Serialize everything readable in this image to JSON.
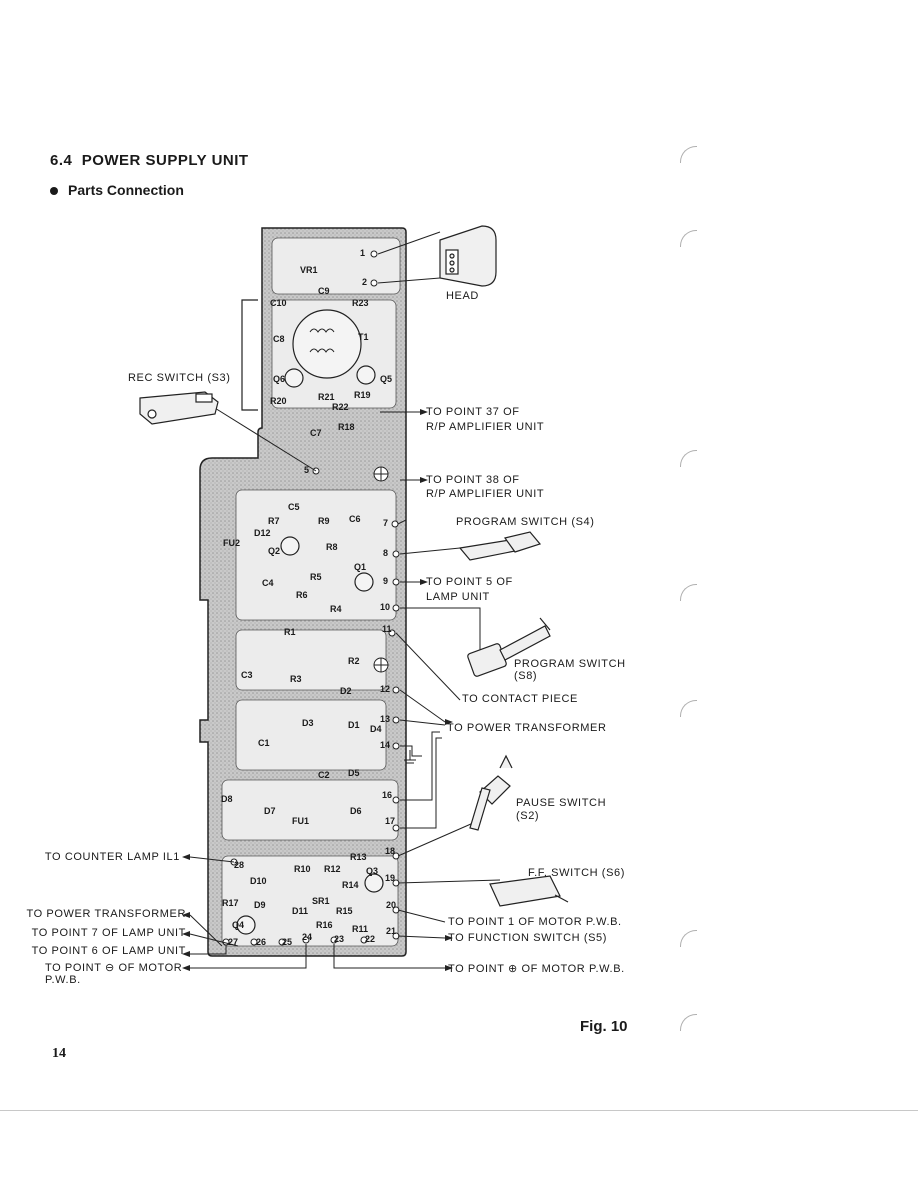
{
  "section": {
    "number": "6.4",
    "title": "POWER SUPPLY UNIT"
  },
  "subsection": {
    "title": "Parts Connection"
  },
  "labels": {
    "head": "HEAD",
    "rec_switch": "REC SWITCH (S3)",
    "point37_a": "TO POINT 37 OF",
    "point37_b": "R/P AMPLIFIER UNIT",
    "point38_a": "TO POINT 38 OF",
    "point38_b": "R/P AMPLIFIER UNIT",
    "program_s4": "PROGRAM SWITCH (S4)",
    "point5_a": "TO POINT 5 OF",
    "point5_b": "LAMP UNIT",
    "program_s8_a": "PROGRAM SWITCH",
    "program_s8_b": "(S8)",
    "contact_piece": "TO CONTACT PIECE",
    "power_transformer_right": "TO POWER TRANSFORMER",
    "pause_a": "PAUSE SWITCH",
    "pause_b": "(S2)",
    "ff_switch": "F.F. SWITCH (S6)",
    "counter_lamp": "TO COUNTER LAMP IL1",
    "power_transformer_left": "TO POWER TRANSFORMER",
    "point7_lamp": "TO POINT 7 OF LAMP UNIT",
    "point6_lamp": "TO POINT 6 OF LAMP UNIT",
    "point_minus_motor_a": "TO POINT ⊖ OF MOTOR",
    "point_minus_motor_b": "P.W.B.",
    "point1_motor": "TO POINT 1 OF MOTOR P.W.B.",
    "function_switch": "TO FUNCTION SWITCH (S5)",
    "point_plus_motor": "TO POINT ⊕ OF MOTOR P.W.B."
  },
  "board_marks": {
    "terminals": [
      "1",
      "2",
      "5",
      "7",
      "8",
      "9",
      "10",
      "11",
      "12",
      "13",
      "14",
      "16",
      "17",
      "18",
      "19",
      "20",
      "21",
      "22",
      "23",
      "24",
      "25",
      "26",
      "27",
      "28"
    ],
    "components": [
      "VR1",
      "C9",
      "C10",
      "R23",
      "C8",
      "T1",
      "Q6",
      "Q5",
      "R21",
      "R19",
      "R20",
      "R22",
      "C7",
      "R18",
      "C5",
      "R9",
      "C6",
      "R7",
      "D12",
      "FU2",
      "Q2",
      "R8",
      "C4",
      "R5",
      "Q1",
      "R6",
      "R4",
      "R1",
      "R2",
      "C3",
      "R3",
      "D2",
      "D3",
      "D1",
      "D4",
      "C1",
      "C2",
      "D5",
      "D8",
      "D7",
      "D6",
      "FU1",
      "R13",
      "R10",
      "R12",
      "Q3",
      "D10",
      "R14",
      "R17",
      "D9",
      "SR1",
      "Q4",
      "D11",
      "R15",
      "R16",
      "R11"
    ]
  },
  "figure": {
    "label": "Fig. 10"
  },
  "page": {
    "number": "14"
  }
}
